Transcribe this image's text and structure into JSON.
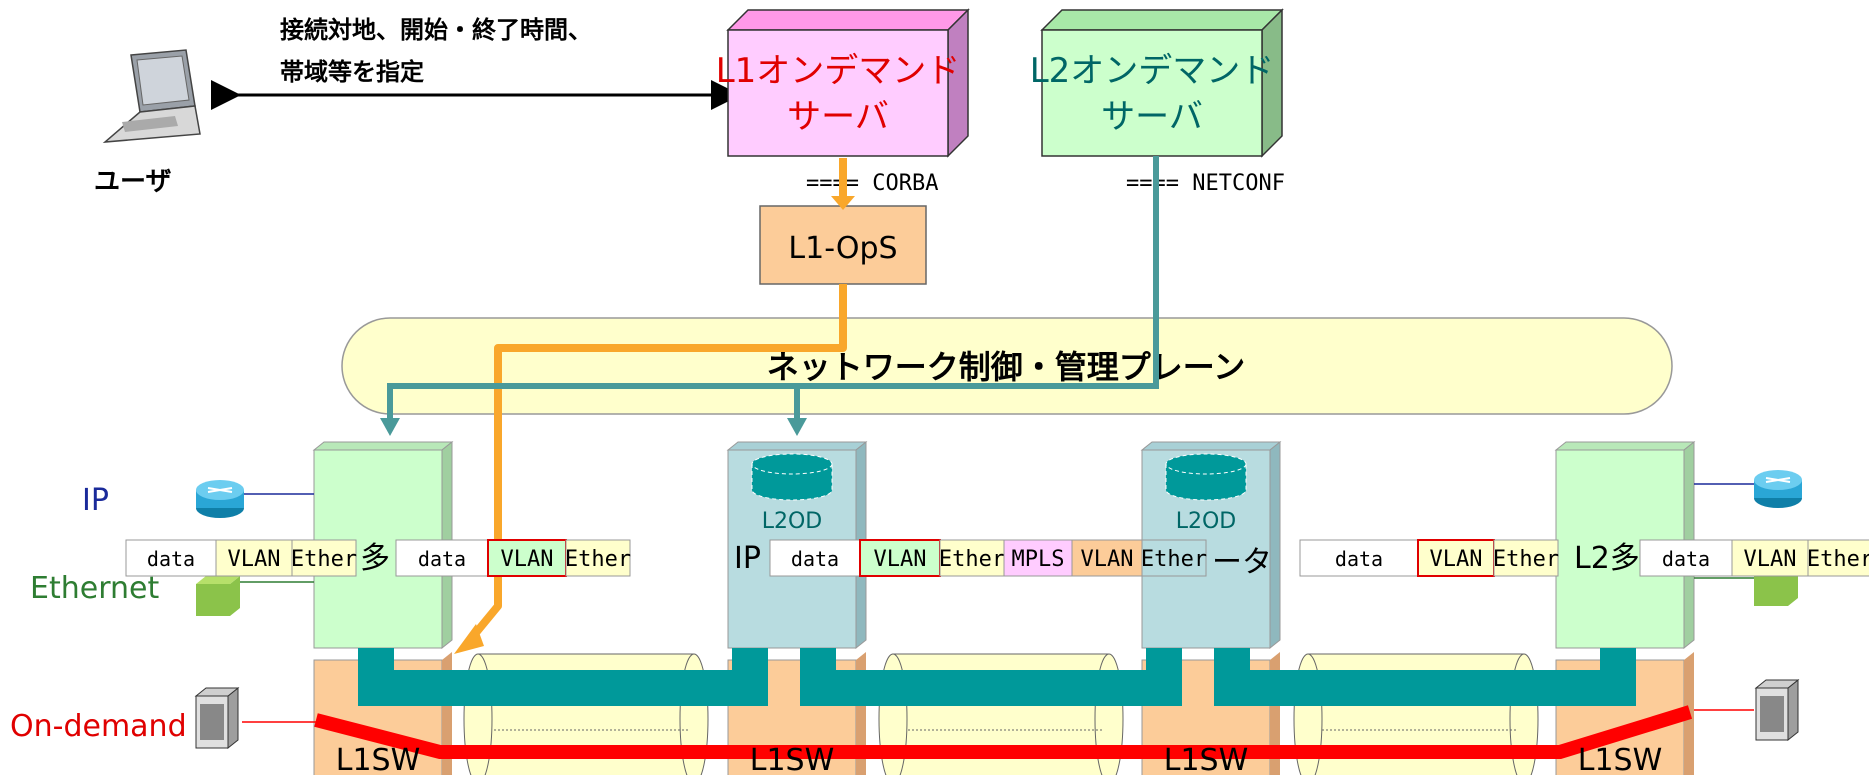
{
  "user": {
    "instruction_line1": "接続対地、開始・終了時間、",
    "instruction_line2": "帯域等を指定",
    "label": "ユーザ"
  },
  "servers": {
    "l1": {
      "line1": "L1オンデマンド",
      "line2": "サーバ"
    },
    "l2": {
      "line1": "L2オンデマンド",
      "line2": "サーバ"
    }
  },
  "protocols": {
    "corba": "==== CORBA",
    "netconf": "==== NETCONF"
  },
  "l1_ops": "L1-OpS",
  "control_plane": "ネットワーク制御・管理プレーン",
  "side_labels": {
    "ip": "IP",
    "ethernet": "Ethernet",
    "ondemand": "On-demand"
  },
  "nodes": {
    "l2od": "L2OD",
    "mux_left_text": "多",
    "mux_right_text": "L2多",
    "ip_router_text": "IP",
    "router_text": "ータ",
    "l1sw": "L1SW"
  },
  "frames": {
    "f1": [
      "data",
      "VLAN",
      "Ether"
    ],
    "f2": [
      "data",
      "VLAN",
      "Ether"
    ],
    "f3": [
      "data",
      "VLAN",
      "Ether",
      "MPLS",
      "VLAN",
      "Ether"
    ],
    "f4": [
      "data",
      "VLAN",
      "Ether"
    ],
    "f5": [
      "data",
      "VLAN",
      "Ether"
    ]
  },
  "colors": {
    "l1_server": "#ffccff",
    "l2_server": "#ccffcc",
    "ops": "#fccc99",
    "plane": "#ffffcc",
    "orange": "#f9a72b",
    "teal_line": "#4a9a9a",
    "teal_bar": "#00999a",
    "red": "#ff0000"
  }
}
